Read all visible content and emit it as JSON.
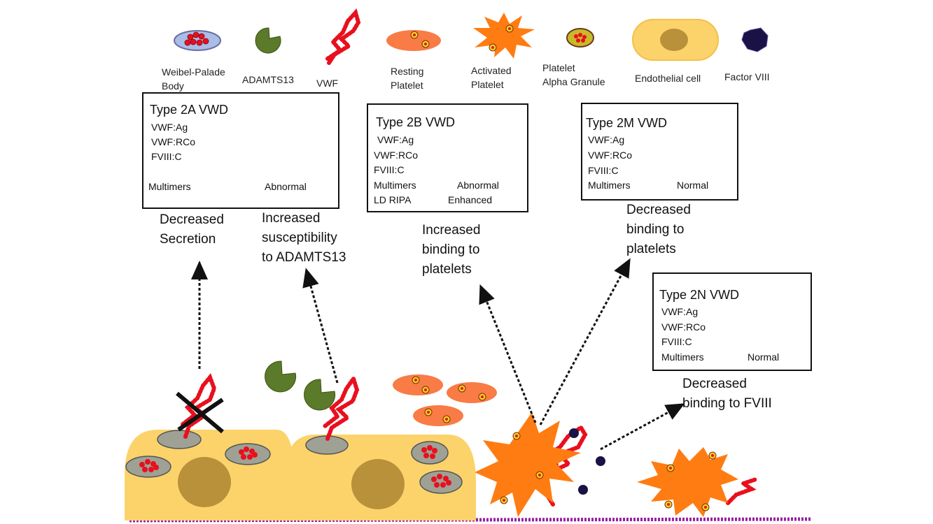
{
  "legend": {
    "weibel": "Weibel-Palade\nBody",
    "adamts": "ADAMTS13",
    "vwf": "VWF",
    "resting": "Resting\nPlatelet",
    "activated": "Activated\nPlatelet",
    "alpha": "Platelet\nAlpha Granule",
    "endo": "Endothelial cell",
    "f8": "Factor VIII"
  },
  "box2a": {
    "title": "Type 2A VWD",
    "ag": "VWF:Ag",
    "rco": "VWF:RCo",
    "fviii": "FVIII:C",
    "multimers": "Multimers",
    "mvalue": "Abnormal"
  },
  "box2b": {
    "title": "Type 2B VWD",
    "ag": "VWF:Ag",
    "rco": "VWF:RCo",
    "fviii": "FVIII:C",
    "multimers": "Multimers",
    "mvalue": "Abnormal",
    "ripa": "LD RIPA",
    "ripavalue": "Enhanced"
  },
  "box2m": {
    "title": "Type 2M VWD",
    "ag": "VWF:Ag",
    "rco": "VWF:RCo",
    "fviii": "FVIII:C",
    "multimers": "Multimers",
    "mvalue": "Normal"
  },
  "box2n": {
    "title": "Type 2N VWD",
    "ag": "VWF:Ag",
    "rco": "VWF:RCo",
    "fviii": "FVIII:C",
    "multimers": "Multimers",
    "mvalue": "Normal"
  },
  "captions": {
    "secretion": "Decreased\nSecretion",
    "adamts": "Increased\nsusceptibility\nto ADAMTS13",
    "increased_binding": "Increased\nbinding to\nplatelets",
    "decreased_binding": "Decreased\nbinding to\nplatelets",
    "fviii_binding": "Decreased\nbinding to FVIII"
  },
  "colors": {
    "endothelial": "#fcd36a",
    "nucleus": "#b8913a",
    "vwf": "#e8101e",
    "adamts": "#5b7a2a",
    "resting_platelet": "#f97b45",
    "activated_platelet": "#ff7c12",
    "factor_viii": "#1a1145",
    "membrane": "#9b1fa8"
  }
}
